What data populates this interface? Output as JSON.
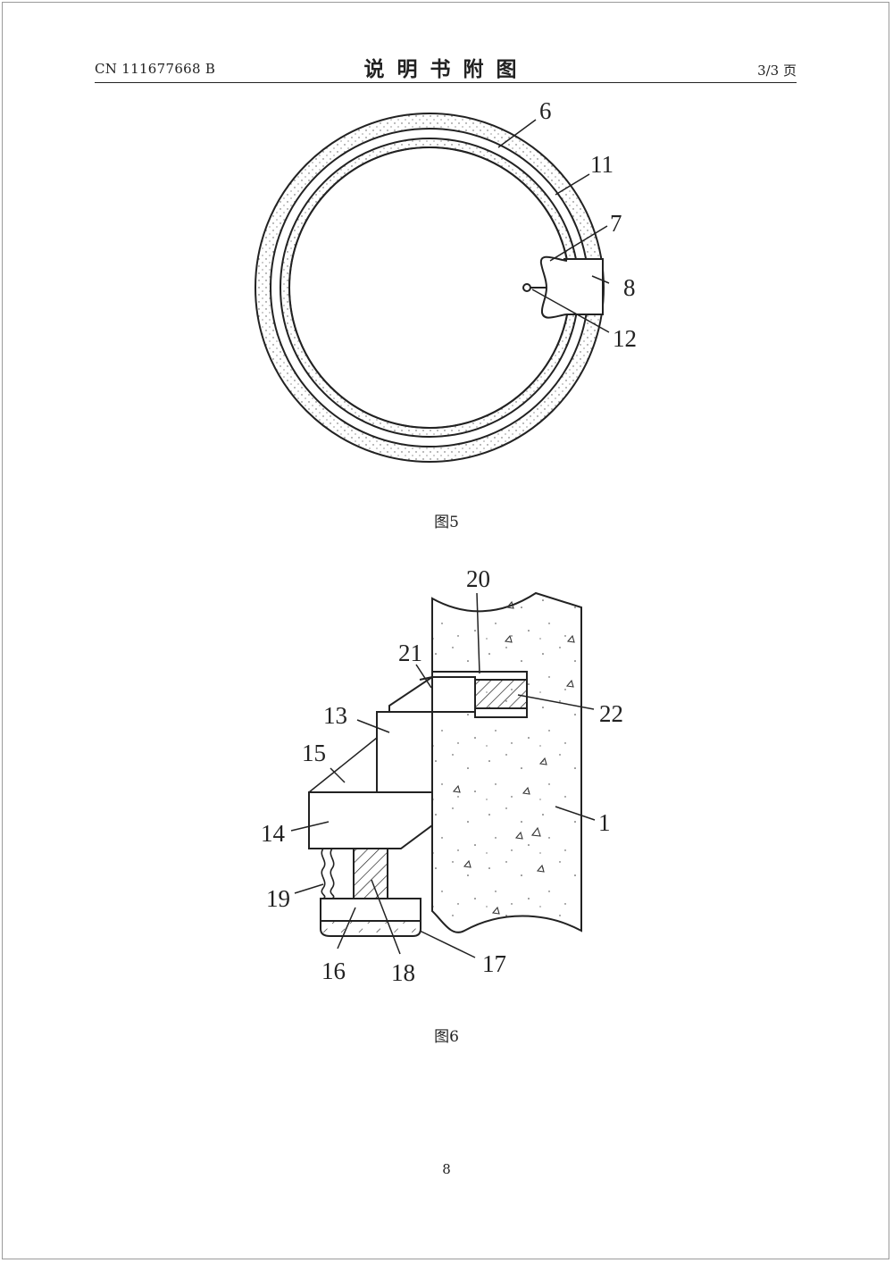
{
  "header": {
    "patent_number": "CN 111677668 B",
    "section_title": "说明书附图",
    "page_of": "3/3 页"
  },
  "figure5": {
    "caption": "图5",
    "labels": {
      "l6": "6",
      "l11": "11",
      "l7": "7",
      "l8": "8",
      "l12": "12"
    }
  },
  "figure6": {
    "caption": "图6",
    "labels": {
      "l20": "20",
      "l21": "21",
      "l22": "22",
      "l13": "13",
      "l15": "15",
      "l14": "14",
      "l1": "1",
      "l19": "19",
      "l16": "16",
      "l18": "18",
      "l17": "17"
    }
  },
  "footer": {
    "page_number": "8"
  }
}
